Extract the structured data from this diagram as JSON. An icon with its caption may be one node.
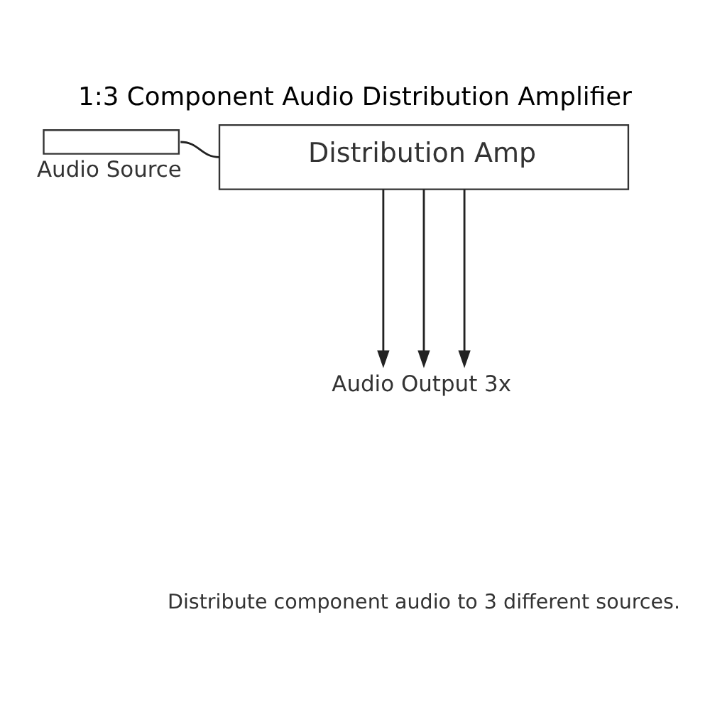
{
  "diagram": {
    "title": "1:3 Component Audio Distribution Amplifier",
    "caption": "Distribute component audio to 3 different sources.",
    "nodes": [
      {
        "text": [
          "Audio Source"
        ]
      },
      {
        "text": [
          "Distribution Amp"
        ]
      },
      {
        "text": [
          "Audio Output 3x"
        ]
      }
    ],
    "edges": [
      {
        "from": 0,
        "to": 1,
        "arrow": "none"
      },
      {
        "from": 1,
        "to": 2,
        "arrow": "to"
      },
      {
        "from": 1,
        "to": 2,
        "arrow": "to"
      },
      {
        "from": 1,
        "to": 2,
        "arrow": "to"
      }
    ]
  }
}
